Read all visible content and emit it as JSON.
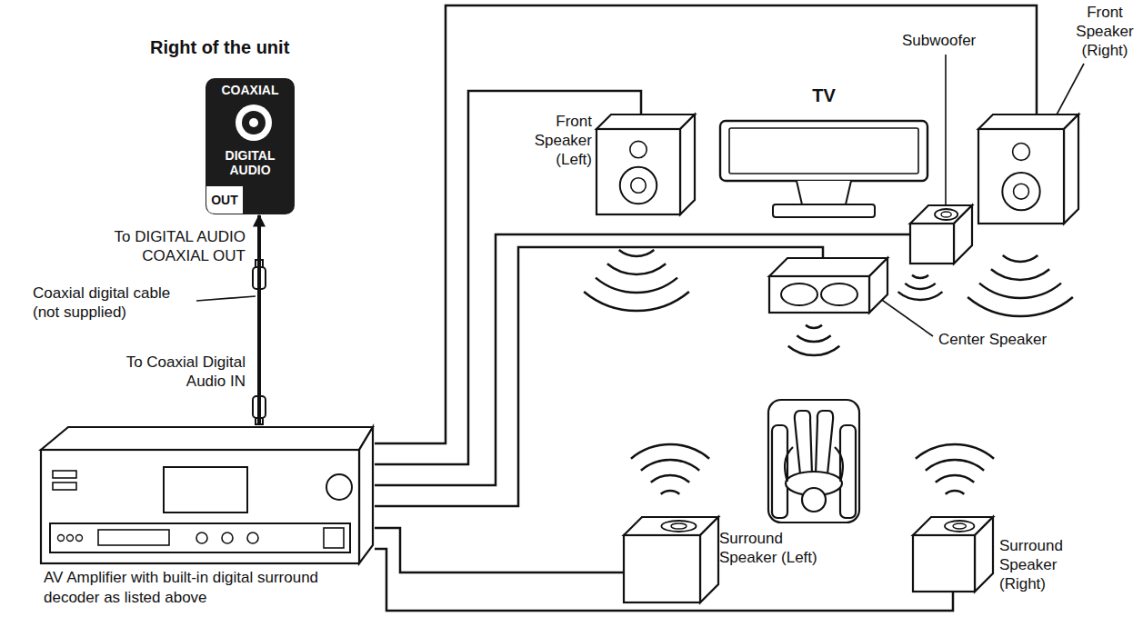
{
  "diagram": {
    "nodes": [
      {
        "text": [
          "COAXIAL",
          "DIGITAL AUDIO",
          "OUT"
        ]
      },
      {
        "text": [
          "AV Amplifier with built-in digital surround decoder as listed above"
        ]
      },
      {
        "text": [
          "Front Speaker (Left)"
        ]
      },
      {
        "text": [
          "TV"
        ]
      },
      {
        "text": [
          "Subwoofer"
        ]
      },
      {
        "text": [
          "Front Speaker (Right)"
        ]
      },
      {
        "text": [
          "Center Speaker"
        ]
      },
      {
        "text": [
          "Surround Speaker (Left)"
        ]
      },
      {
        "text": [
          "Surround Speaker (Right)"
        ]
      }
    ],
    "edges": [
      {
        "from": 1,
        "to": 0,
        "arrow": "to"
      },
      {
        "from": 1,
        "to": 5,
        "arrow": "none"
      },
      {
        "from": 1,
        "to": 2,
        "arrow": "none"
      },
      {
        "from": 1,
        "to": 4,
        "arrow": "none"
      },
      {
        "from": 1,
        "to": 6,
        "arrow": "none"
      },
      {
        "from": 1,
        "to": 7,
        "arrow": "none"
      },
      {
        "from": 1,
        "to": 8,
        "arrow": "none"
      }
    ],
    "labels": [
      "Right of the unit",
      "To DIGITAL AUDIO COAXIAL OUT",
      "Coaxial digital cable (not supplied)",
      "To Coaxial Digital Audio IN"
    ]
  }
}
